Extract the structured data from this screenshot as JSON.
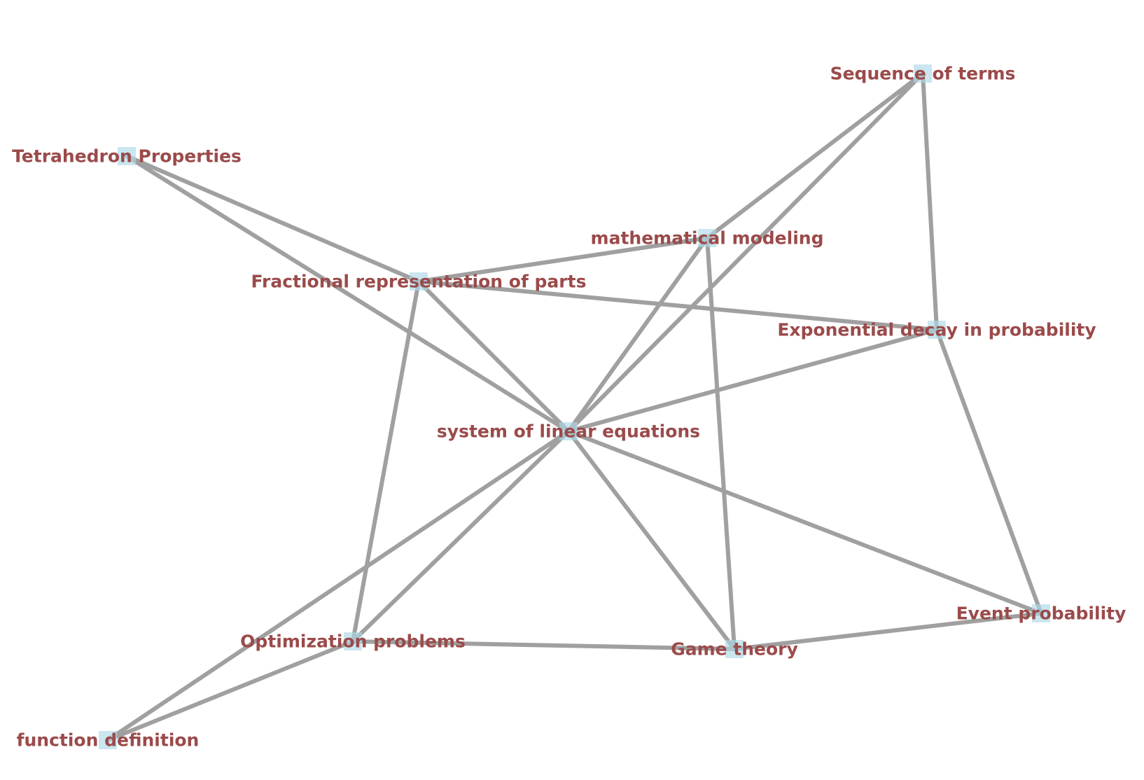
{
  "colors": {
    "edge": "#a0a0a0",
    "node": "#add8e6",
    "label": "#9b4a4a"
  },
  "graph": {
    "nodes": [
      {
        "id": "sequence",
        "label": "Sequence of terms"
      },
      {
        "id": "tetrahedron",
        "label": "Tetrahedron Properties"
      },
      {
        "id": "modeling",
        "label": "mathematical modeling"
      },
      {
        "id": "fractional",
        "label": "Fractional representation of parts"
      },
      {
        "id": "expdecay",
        "label": "Exponential decay in probability"
      },
      {
        "id": "linear",
        "label": "system of linear equations"
      },
      {
        "id": "event",
        "label": "Event probability"
      },
      {
        "id": "optimization",
        "label": "Optimization problems"
      },
      {
        "id": "gametheory",
        "label": "Game theory"
      },
      {
        "id": "function",
        "label": "function definition"
      }
    ],
    "edges": [
      [
        "sequence",
        "modeling"
      ],
      [
        "sequence",
        "linear"
      ],
      [
        "sequence",
        "expdecay"
      ],
      [
        "tetrahedron",
        "fractional"
      ],
      [
        "tetrahedron",
        "linear"
      ],
      [
        "modeling",
        "fractional"
      ],
      [
        "modeling",
        "linear"
      ],
      [
        "modeling",
        "gametheory"
      ],
      [
        "fractional",
        "expdecay"
      ],
      [
        "fractional",
        "linear"
      ],
      [
        "fractional",
        "optimization"
      ],
      [
        "expdecay",
        "linear"
      ],
      [
        "expdecay",
        "event"
      ],
      [
        "linear",
        "event"
      ],
      [
        "linear",
        "gametheory"
      ],
      [
        "linear",
        "optimization"
      ],
      [
        "linear",
        "function"
      ],
      [
        "event",
        "gametheory"
      ],
      [
        "optimization",
        "gametheory"
      ],
      [
        "optimization",
        "function"
      ]
    ]
  }
}
